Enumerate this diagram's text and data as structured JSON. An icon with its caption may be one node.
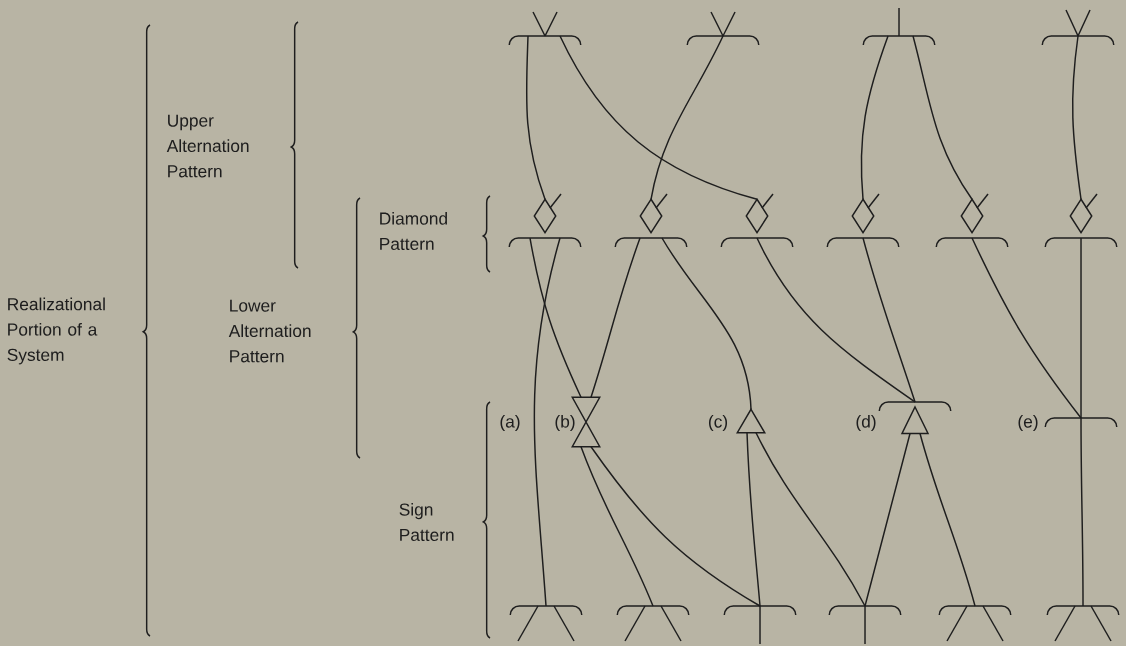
{
  "diagram": {
    "nodes": [
      {
        "text": [],
        "shape": "bracket"
      },
      {
        "text": [],
        "shape": "bracket"
      },
      {
        "text": [],
        "shape": "bracket"
      },
      {
        "text": [],
        "shape": "bracket"
      },
      {
        "text": [],
        "shape": "diamond"
      },
      {
        "text": [],
        "shape": "diamond"
      },
      {
        "text": [],
        "shape": "diamond"
      },
      {
        "text": [],
        "shape": "diamond"
      },
      {
        "text": [],
        "shape": "diamond"
      },
      {
        "text": [],
        "shape": "diamond"
      },
      {
        "text": [],
        "shape": "bracket"
      },
      {
        "text": [],
        "shape": "bracket"
      },
      {
        "text": [],
        "shape": "bracket"
      },
      {
        "text": [],
        "shape": "bracket"
      },
      {
        "text": [],
        "shape": "bracket"
      },
      {
        "text": [],
        "shape": "bracket"
      },
      {
        "text": [],
        "shape": "bowtie"
      },
      {
        "text": [],
        "shape": "triangle"
      },
      {
        "text": [],
        "shape": "triangle"
      },
      {
        "text": [],
        "shape": "bracket"
      },
      {
        "text": [],
        "shape": "bracket"
      },
      {
        "text": [],
        "shape": "bracket"
      },
      {
        "text": [],
        "shape": "bracket"
      },
      {
        "text": [],
        "shape": "bracket"
      },
      {
        "text": [],
        "shape": "bracket"
      },
      {
        "text": [],
        "shape": "bracket"
      }
    ],
    "edges": [
      {
        "from": 0,
        "to": 4,
        "arrow": "none"
      },
      {
        "from": 0,
        "to": 6,
        "arrow": "none"
      },
      {
        "from": 1,
        "to": 5,
        "arrow": "none"
      },
      {
        "from": 2,
        "to": 7,
        "arrow": "none"
      },
      {
        "from": 2,
        "to": 8,
        "arrow": "none"
      },
      {
        "from": 3,
        "to": 9,
        "arrow": "none"
      },
      {
        "from": 10,
        "to": 16,
        "arrow": "none"
      },
      {
        "from": 10,
        "to": 20,
        "arrow": "none"
      },
      {
        "from": 11,
        "to": 16,
        "arrow": "none"
      },
      {
        "from": 11,
        "to": 17,
        "arrow": "none"
      },
      {
        "from": 12,
        "to": 18,
        "arrow": "none"
      },
      {
        "from": 13,
        "to": 18,
        "arrow": "none"
      },
      {
        "from": 14,
        "to": 19,
        "arrow": "none"
      },
      {
        "from": 15,
        "to": 19,
        "arrow": "none"
      },
      {
        "from": 16,
        "to": 21,
        "arrow": "none"
      },
      {
        "from": 16,
        "to": 22,
        "arrow": "none"
      },
      {
        "from": 17,
        "to": 22,
        "arrow": "none"
      },
      {
        "from": 17,
        "to": 23,
        "arrow": "none"
      },
      {
        "from": 18,
        "to": 23,
        "arrow": "none"
      },
      {
        "from": 18,
        "to": 24,
        "arrow": "none"
      },
      {
        "from": 19,
        "to": 25,
        "arrow": "none"
      },
      {
        "from": null,
        "to": 0,
        "arrow": "none"
      },
      {
        "from": null,
        "to": 0,
        "arrow": "none"
      },
      {
        "from": null,
        "to": 1,
        "arrow": "none"
      },
      {
        "from": null,
        "to": 1,
        "arrow": "none"
      },
      {
        "from": null,
        "to": 2,
        "arrow": "none"
      },
      {
        "from": null,
        "to": 3,
        "arrow": "none"
      },
      {
        "from": null,
        "to": 3,
        "arrow": "none"
      },
      {
        "from": null,
        "to": 4,
        "arrow": "none"
      },
      {
        "from": null,
        "to": 5,
        "arrow": "none"
      },
      {
        "from": null,
        "to": 6,
        "arrow": "none"
      },
      {
        "from": null,
        "to": 7,
        "arrow": "none"
      },
      {
        "from": null,
        "to": 8,
        "arrow": "none"
      },
      {
        "from": null,
        "to": 9,
        "arrow": "none"
      },
      {
        "from": 20,
        "to": null,
        "arrow": "none"
      },
      {
        "from": 20,
        "to": null,
        "arrow": "none"
      },
      {
        "from": 21,
        "to": null,
        "arrow": "none"
      },
      {
        "from": 21,
        "to": null,
        "arrow": "none"
      },
      {
        "from": 22,
        "to": null,
        "arrow": "none"
      },
      {
        "from": 23,
        "to": null,
        "arrow": "none"
      },
      {
        "from": 24,
        "to": null,
        "arrow": "none"
      },
      {
        "from": 24,
        "to": null,
        "arrow": "none"
      },
      {
        "from": 25,
        "to": null,
        "arrow": "none"
      },
      {
        "from": 25,
        "to": null,
        "arrow": "none"
      }
    ],
    "labels": [
      "Upper Alternation Pattern",
      "Diamond Pattern",
      "Realizational Portion of a System",
      "Lower Alternation Pattern",
      "(a)",
      "(b)",
      "(c)",
      "(d)",
      "(e)",
      "Sign Pattern"
    ]
  }
}
